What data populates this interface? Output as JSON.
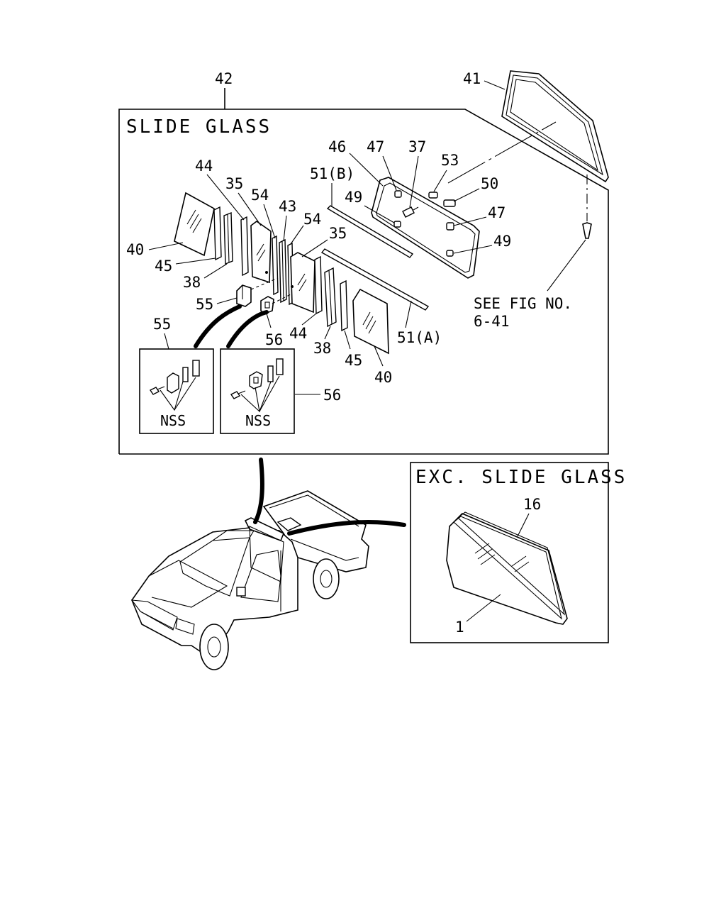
{
  "sections": {
    "slide_glass": {
      "title": "SLIDE GLASS",
      "callout": "42"
    },
    "exc_slide_glass": {
      "title": "EXC. SLIDE GLASS"
    },
    "see_fig": {
      "line1": "SEE FIG NO.",
      "line2": "6-41"
    }
  },
  "kits": {
    "kit55": {
      "number": "55",
      "note": "NSS"
    },
    "kit56": {
      "number": "56",
      "note": "NSS"
    }
  },
  "callouts": {
    "c41": "41",
    "c46": "46",
    "c47a": "47",
    "c37": "37",
    "c53": "53",
    "c50": "50",
    "c47b": "47",
    "c49a": "49",
    "c49b": "49",
    "c51b": "51(B)",
    "c51a": "51(A)",
    "c44a": "44",
    "c35a": "35",
    "c54a": "54",
    "c43": "43",
    "c54b": "54",
    "c35b": "35",
    "c40a": "40",
    "c45a": "45",
    "c38a": "38",
    "c55": "55",
    "c56": "56",
    "c44b": "44",
    "c38b": "38",
    "c45b": "45",
    "c40b": "40",
    "c16": "16",
    "c1": "1"
  }
}
